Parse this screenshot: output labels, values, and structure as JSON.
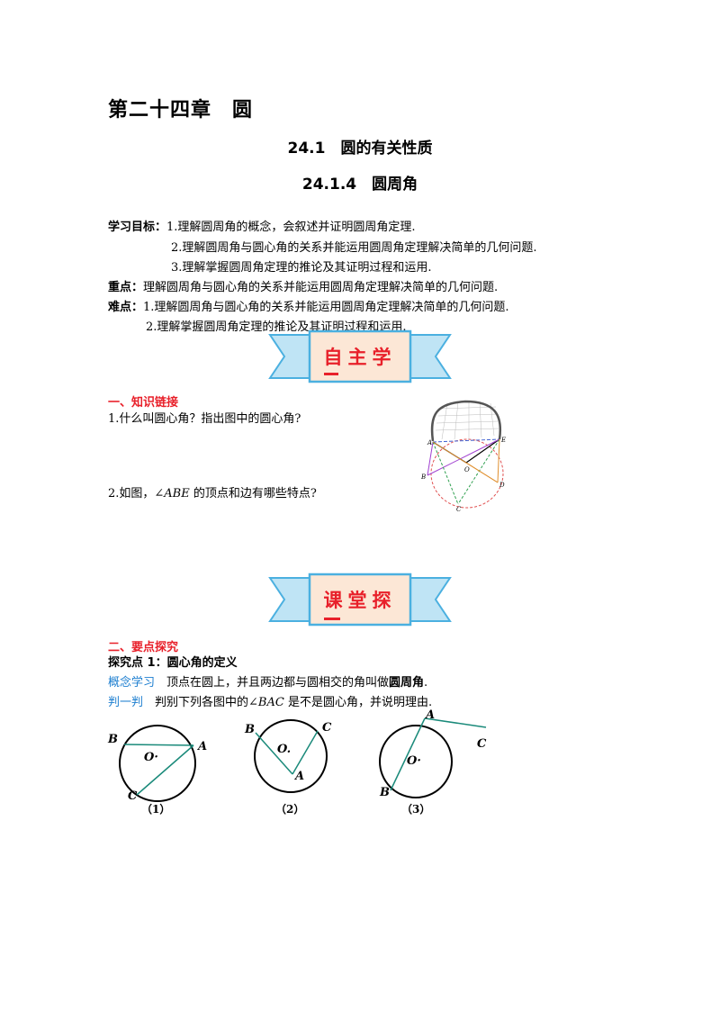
{
  "chapter_title": "第二十四章　圆",
  "section_title": "24.1　圆的有关性质",
  "subsection_title": "24.1.4　圆周角",
  "objectives": {
    "label": "学习目标：",
    "items": [
      "1.理解圆周角的概念，会叙述并证明圆周角定理.",
      "2.理解圆周角与圆心角的关系并能运用圆周角定理解决简单的几何问题.",
      "3.理解掌握圆周角定理的推论及其证明过程和运用."
    ]
  },
  "key_point": {
    "label": "重点：",
    "text": "理解圆周角与圆心角的关系并能运用圆周角定理解决简单的几何问题."
  },
  "difficulty": {
    "label": "难点：",
    "items": [
      "1.理解圆周角与圆心角的关系并能运用圆周角定理解决简单的几何问题.",
      "2.理解掌握圆周角定理的推论及其证明过程和运用."
    ]
  },
  "banner1": {
    "text": "自主学"
  },
  "banner2": {
    "text": "课堂探"
  },
  "colors": {
    "red": "#e8202a",
    "blue": "#1e7fd0",
    "banner_fill": "#fce7d6",
    "banner_ribbon": "#bfe4f5",
    "banner_border": "#4bb0e0"
  },
  "knowledge": {
    "heading": "一、知识链接",
    "q1": "1.什么叫圆心角？指出图中的圆心角?",
    "q2_prefix": "2.如图，",
    "q2_angle": "∠ABE",
    "q2_suffix": " 的顶点和边有哪些特点?"
  },
  "figure1": {
    "labels": {
      "A": "A",
      "E": "E",
      "B": "B",
      "O": "O",
      "D": "D",
      "C": "C"
    }
  },
  "explore": {
    "heading": "二、要点探究",
    "point1": "探究点 1：圆心角的定义",
    "concept_label": "概念学习",
    "concept_text": "　顶点在圆上，并且两边都与圆相交的角叫做",
    "concept_term": "圆周角",
    "concept_end": ".",
    "judge_label": "判一判",
    "judge_prefix": "　判别下列各图中的",
    "judge_angle": "∠BAC",
    "judge_suffix": " 是不是圆心角，并说明理由."
  },
  "diagrams": [
    {
      "caption": "（1）",
      "labels": {
        "B": "B",
        "O": "O·",
        "A": "A",
        "C": "C"
      }
    },
    {
      "caption": "（2）",
      "labels": {
        "B": "B",
        "C": "C",
        "O": "O.",
        "A": "A"
      }
    },
    {
      "caption": "（3）",
      "labels": {
        "A": "A",
        "C": "C",
        "O": "O·",
        "B": "B"
      }
    }
  ]
}
